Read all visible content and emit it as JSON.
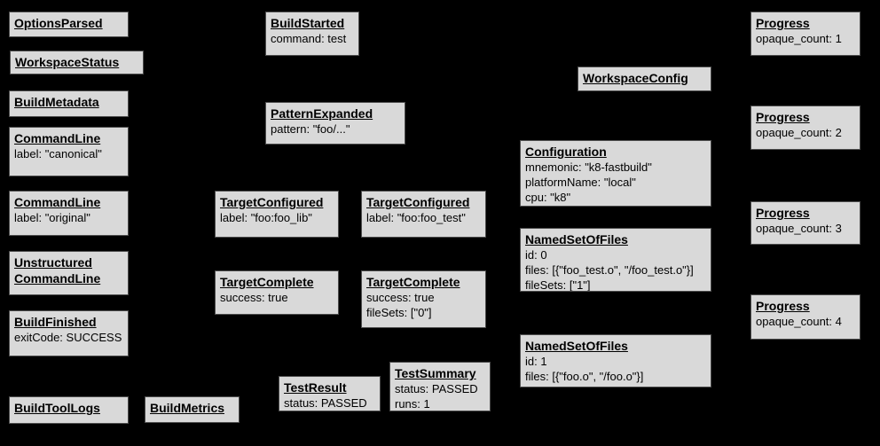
{
  "canvas": {
    "background": "#000000"
  },
  "box_style": {
    "fill": "#d9d9d9",
    "border": "#4d4d4d",
    "text_color": "#000000"
  },
  "boxes": [
    {
      "title": "OptionsParsed",
      "lines": []
    },
    {
      "title": "WorkspaceStatus",
      "lines": []
    },
    {
      "title": "BuildMetadata",
      "lines": []
    },
    {
      "title": "CommandLine",
      "lines": [
        "label: \"canonical\""
      ]
    },
    {
      "title": "CommandLine",
      "lines": [
        "label: \"original\""
      ]
    },
    {
      "title": "Unstructured CommandLine",
      "lines": []
    },
    {
      "title": "BuildFinished",
      "lines": [
        "exitCode: SUCCESS"
      ]
    },
    {
      "title": "BuildToolLogs",
      "lines": []
    },
    {
      "title": "BuildMetrics",
      "lines": []
    },
    {
      "title": "BuildStarted",
      "lines": [
        "command: test"
      ]
    },
    {
      "title": "PatternExpanded",
      "lines": [
        "pattern: \"foo/...\""
      ]
    },
    {
      "title": "TargetConfigured",
      "lines": [
        "label: \"foo:foo_lib\""
      ]
    },
    {
      "title": "TargetConfigured",
      "lines": [
        "label: \"foo:foo_test\""
      ]
    },
    {
      "title": "TargetComplete",
      "lines": [
        "success: true"
      ]
    },
    {
      "title": "TargetComplete",
      "lines": [
        "success: true",
        "fileSets: [\"0\"]"
      ]
    },
    {
      "title": "TestResult",
      "lines": [
        "status: PASSED"
      ]
    },
    {
      "title": "TestSummary",
      "lines": [
        "status: PASSED",
        "runs: 1"
      ]
    },
    {
      "title": "WorkspaceConfig",
      "lines": []
    },
    {
      "title": "Configuration",
      "lines": [
        "mnemonic: \"k8-fastbuild\"",
        "platformName: \"local\"",
        "cpu: \"k8\""
      ]
    },
    {
      "title": "NamedSetOfFiles",
      "lines": [
        "id: 0",
        "files: [{\"foo_test.o\", \"/foo_test.o\"}]",
        "fileSets: [\"1\"]"
      ]
    },
    {
      "title": "NamedSetOfFiles",
      "lines": [
        "id: 1",
        "files: [{\"foo.o\", \"/foo.o\"}]"
      ]
    },
    {
      "title": "Progress",
      "lines": [
        "opaque_count: 1"
      ]
    },
    {
      "title": "Progress",
      "lines": [
        "opaque_count: 2"
      ]
    },
    {
      "title": "Progress",
      "lines": [
        "opaque_count: 3"
      ]
    },
    {
      "title": "Progress",
      "lines": [
        "opaque_count: 4"
      ]
    }
  ]
}
